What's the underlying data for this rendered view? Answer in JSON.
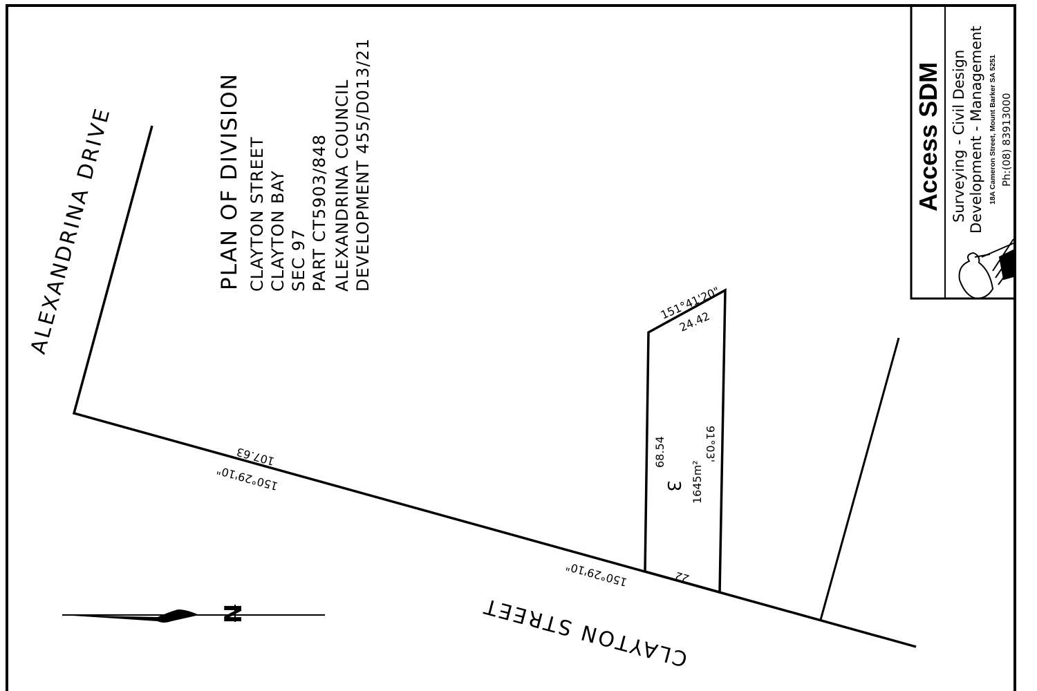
{
  "plan": {
    "title": "PLAN OF DIVISION",
    "lines": [
      "CLAYTON STREET",
      "CLAYTON BAY",
      "SEC 97",
      "PART CT5903/848",
      "ALEXANDRINA COUNCIL",
      "DEVELOPMENT 455/D013/21"
    ]
  },
  "streets": {
    "alexandrina": "ALEXANDRINA DRIVE",
    "clayton": "CLAYTON STREET"
  },
  "dimensions": {
    "frontage_bearing_left": "150°29'10\"",
    "frontage_length_left": "107.63",
    "frontage_bearing_lot": "150°29'10\"",
    "lot_front": "22",
    "lot_depth": "68.54",
    "lot_side_bearing": "91°03'",
    "lot_rear_bearing": "151°41'20\"",
    "lot_rear": "24.42"
  },
  "lot": {
    "number": "3",
    "area": "1645m²"
  },
  "title_block": {
    "firm": "Access SDM",
    "line1": "Surveying  -  Civil Design",
    "line2": "Development  -  Management",
    "address": "18A Cameron Street, Mount Barker SA 5251",
    "phone": "Ph:(08) 83913000"
  },
  "north_arrow": {
    "label": "N"
  }
}
